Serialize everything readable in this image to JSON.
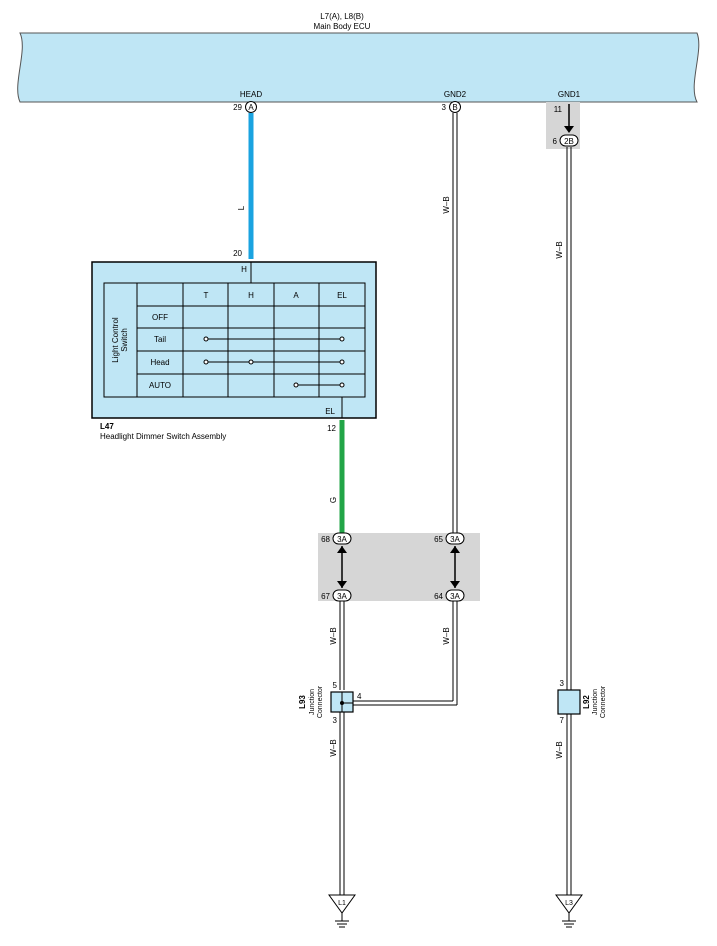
{
  "ecu": {
    "id": "L7(A), L8(B)",
    "name": "Main Body ECU",
    "color": "#bfe6f5"
  },
  "terminals": {
    "head": {
      "label": "HEAD",
      "pin": "29",
      "conn": "A"
    },
    "gnd2": {
      "label": "GND2",
      "pin": "3",
      "conn": "B"
    },
    "gnd1": {
      "label": "GND1",
      "pin_top": "11",
      "pin": "6",
      "conn": "2B"
    }
  },
  "wires": {
    "head": {
      "color_code": "L",
      "color": "#1aa3e0"
    },
    "gnd2": {
      "color_code": "W–B"
    },
    "gnd1": {
      "color_code": "W–B"
    },
    "el": {
      "color_code": "G",
      "color": "#22a547"
    },
    "left_lower": {
      "color_code": "W–B"
    },
    "left_bottom": {
      "color_code": "W–B"
    },
    "mid_lower": {
      "color_code": "W–B"
    },
    "right_bottom": {
      "color_code": "W–B"
    }
  },
  "switch": {
    "id": "L47",
    "name": "Headlight Dimmer Switch Assembly",
    "pin_h": "20",
    "label_h": "H",
    "label_el": "EL",
    "pin_el": "12",
    "side_label_1": "Light Control",
    "side_label_2": "Switch",
    "columns": [
      "T",
      "H",
      "A",
      "EL"
    ],
    "rows": [
      "OFF",
      "Tail",
      "Head",
      "AUTO"
    ]
  },
  "junction_block": {
    "color": "#d6d6d6",
    "pins": {
      "left_top": "68",
      "left_bottom": "67",
      "right_top": "65",
      "right_bottom": "64"
    },
    "conn": "3A"
  },
  "l93": {
    "id": "L93",
    "name_1": "Junction",
    "name_2": "Connector",
    "pin_top": "5",
    "pin_right": "4",
    "pin_bottom": "3"
  },
  "l92": {
    "id": "L92",
    "name_1": "Junction",
    "name_2": "Connector",
    "pin_top": "3",
    "pin_bottom": "7"
  },
  "grounds": {
    "left": "L1",
    "right": "L3"
  }
}
